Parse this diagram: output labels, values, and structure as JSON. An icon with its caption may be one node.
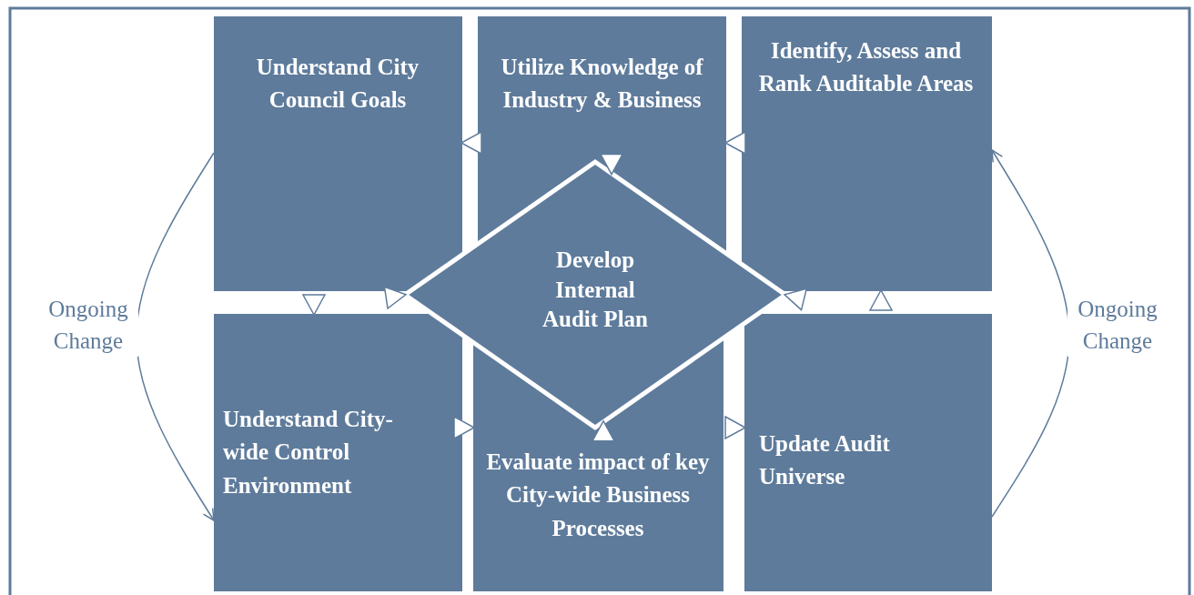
{
  "diagram": {
    "nodes": [
      {
        "text": [
          "Understand City Council Goals"
        ]
      },
      {
        "text": [
          "Utilize Knowledge of Industry & Business"
        ]
      },
      {
        "text": [
          "Identify, Assess and Rank Auditable Areas"
        ]
      },
      {
        "text": [
          "Develop Internal Audit Plan"
        ]
      },
      {
        "text": [
          "Understand City-wide Control Environment"
        ]
      },
      {
        "text": [
          "Evaluate impact of key City-wide Business Processes"
        ]
      },
      {
        "text": [
          "Update Audit Universe"
        ]
      }
    ],
    "edges": [
      {
        "from": 0,
        "to": 4,
        "arrow": "to"
      },
      {
        "from": 4,
        "to": 5,
        "arrow": "to"
      },
      {
        "from": 5,
        "to": 6,
        "arrow": "to"
      },
      {
        "from": 6,
        "to": 2,
        "arrow": "to"
      },
      {
        "from": 2,
        "to": 1,
        "arrow": "to"
      },
      {
        "from": 1,
        "to": 0,
        "arrow": "to"
      },
      {
        "from": 0,
        "to": 3,
        "arrow": "to"
      },
      {
        "from": 1,
        "to": 3,
        "arrow": "to"
      },
      {
        "from": 2,
        "to": 3,
        "arrow": "to"
      },
      {
        "from": 5,
        "to": 3,
        "arrow": "to"
      },
      {
        "from": 0,
        "to": 4,
        "arrow": "to",
        "label": "Ongoing Change",
        "color": "#5e7b9b"
      },
      {
        "from": 6,
        "to": 2,
        "arrow": "to",
        "label": "Ongoing Change",
        "color": "#5e7b9b"
      }
    ]
  }
}
